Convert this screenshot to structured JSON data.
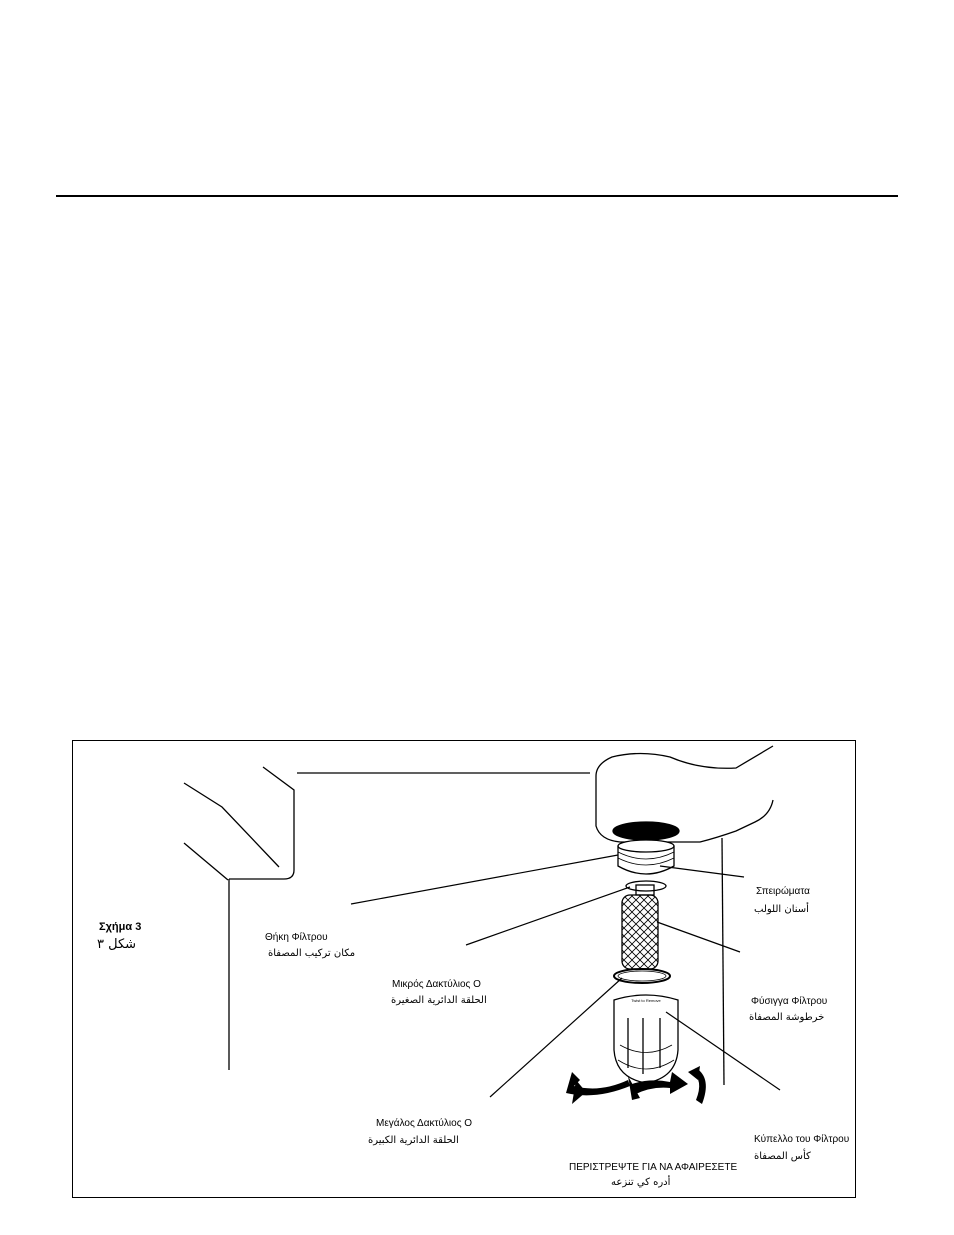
{
  "figure": {
    "title_el": "Σχήμα 3",
    "title_ar": "شكل ٣"
  },
  "labels": {
    "filter_housing_el": "Θήκη Φίλτρου",
    "filter_housing_ar": "مكان تركيب المصفاة",
    "threads_el": "Σπειρώματα",
    "threads_ar": "أسنان اللولب",
    "small_oring_el": "Μικρός Δακτύλιος O",
    "small_oring_ar": "الحلقة الدائرية الصغيرة",
    "filter_cartridge_el": "Φύσιγγα Φίλτρου",
    "filter_cartridge_ar": "خرطوشة المصفاة",
    "large_oring_el": "Μεγάλος Δακτύλιος O",
    "large_oring_ar": "الحلقة الدائرية الكبيرة",
    "filter_cup_el": "Κύπελλο του Φίλτρου",
    "filter_cup_ar": "كأس المصفاة",
    "turn_remove_el": "ΠΕΡΙΣΤΡΕΨΤΕ ΓΙΑ ΝΑ ΑΦΑΙΡΕΣΕΤΕ",
    "turn_remove_ar": "أدره كي تنزعه",
    "cup_print": "Twist to Remove"
  },
  "colors": {
    "ink": "#000000",
    "paper": "#ffffff"
  }
}
